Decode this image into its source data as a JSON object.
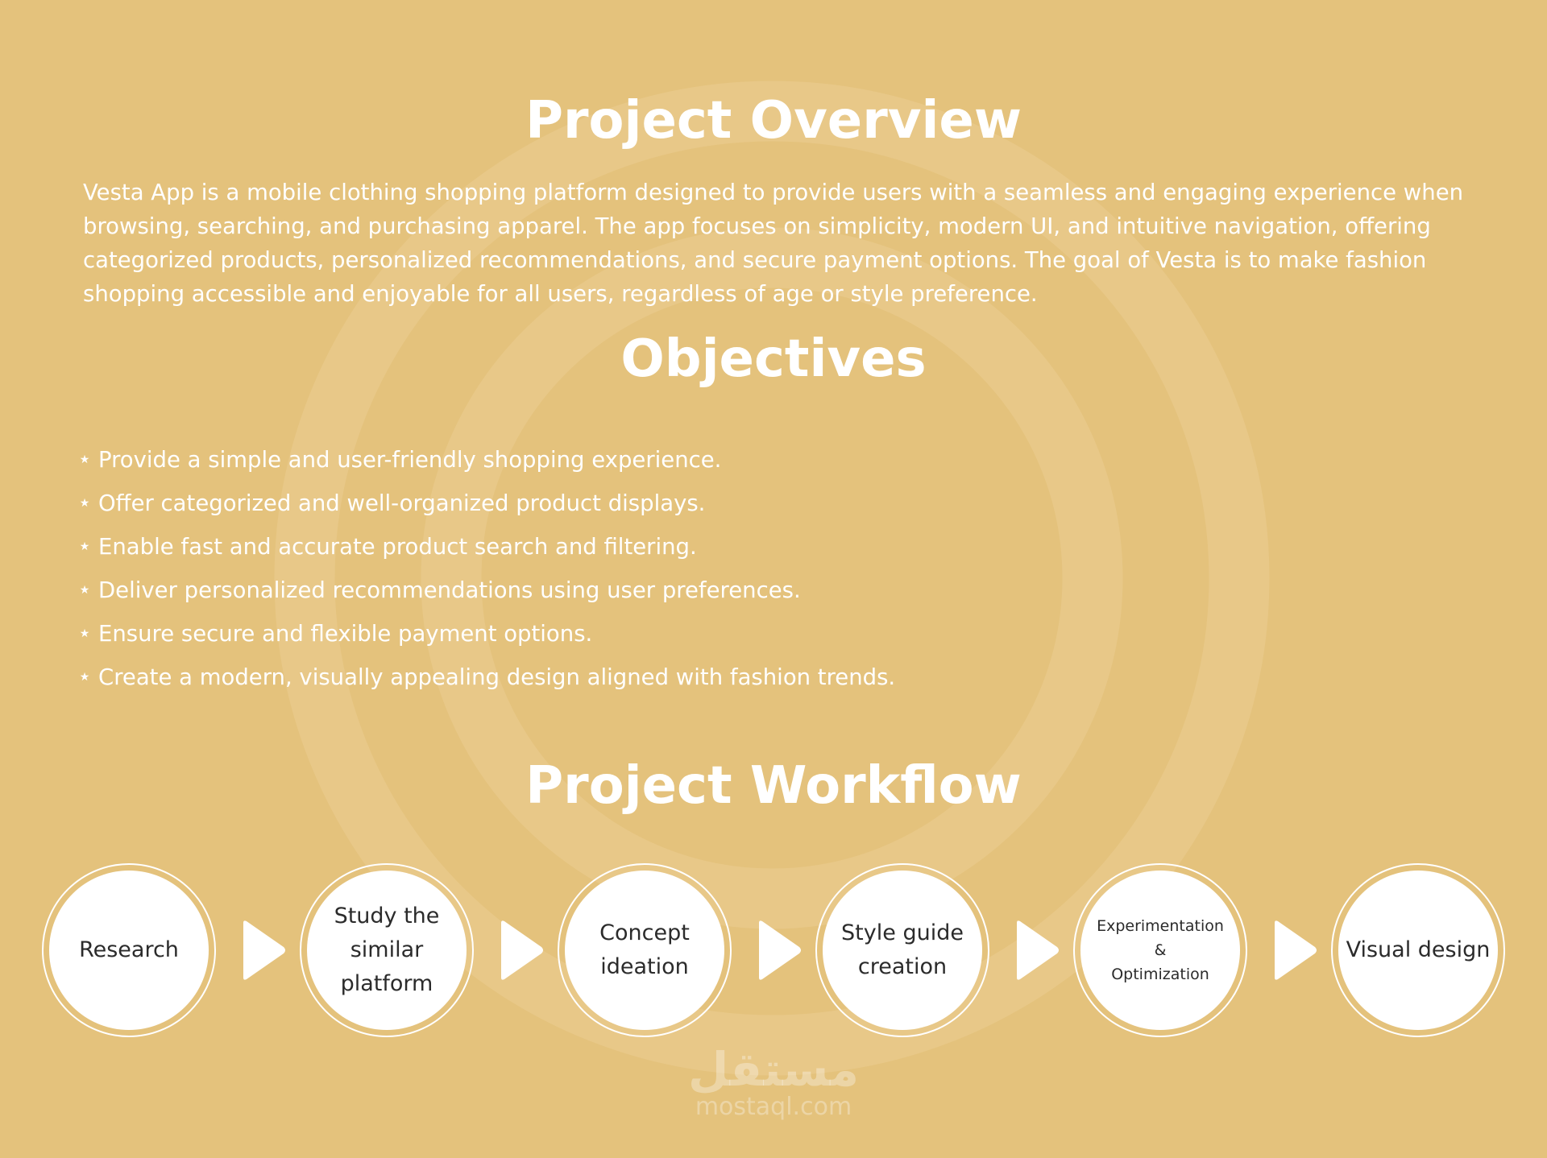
{
  "overview": {
    "title": "Project Overview",
    "text": "Vesta App is a mobile clothing shopping platform designed to provide users with a seamless and engaging experience when browsing, searching, and purchasing apparel. The app focuses on simplicity, modern UI, and intuitive navigation, offering categorized products, personalized recommendations, and secure payment options. The goal of Vesta is to make fashion shopping accessible and enjoyable for all users, regardless of age or style preference."
  },
  "objectives": {
    "title": "Objectives",
    "bullet_icon": "star-icon",
    "items": [
      "Provide a simple and user-friendly shopping experience.",
      "Offer categorized and well-organized product displays.",
      "Enable fast and accurate product search and filtering.",
      "Deliver personalized recommendations using user preferences.",
      "Ensure secure and flexible payment options.",
      "Create a modern, visually appealing design aligned with fashion trends."
    ]
  },
  "workflow": {
    "title": "Project Workflow",
    "arrow_icon": "play-arrow-icon",
    "steps": [
      {
        "lines": [
          "Research"
        ]
      },
      {
        "lines": [
          "Study the",
          "similar",
          "platform"
        ]
      },
      {
        "lines": [
          "Concept",
          "ideation"
        ]
      },
      {
        "lines": [
          "Style guide",
          "creation"
        ]
      },
      {
        "lines": [
          "Experimentation",
          "&",
          "Optimization"
        ]
      },
      {
        "lines": [
          "Visual design"
        ]
      }
    ]
  },
  "watermark": {
    "arabic": "مستقل",
    "latin": "mostaql.com"
  },
  "colors": {
    "background": "#e4c27c",
    "ring": "#e8c888",
    "text": "#ffffff",
    "step_text": "#2b2b2b"
  }
}
